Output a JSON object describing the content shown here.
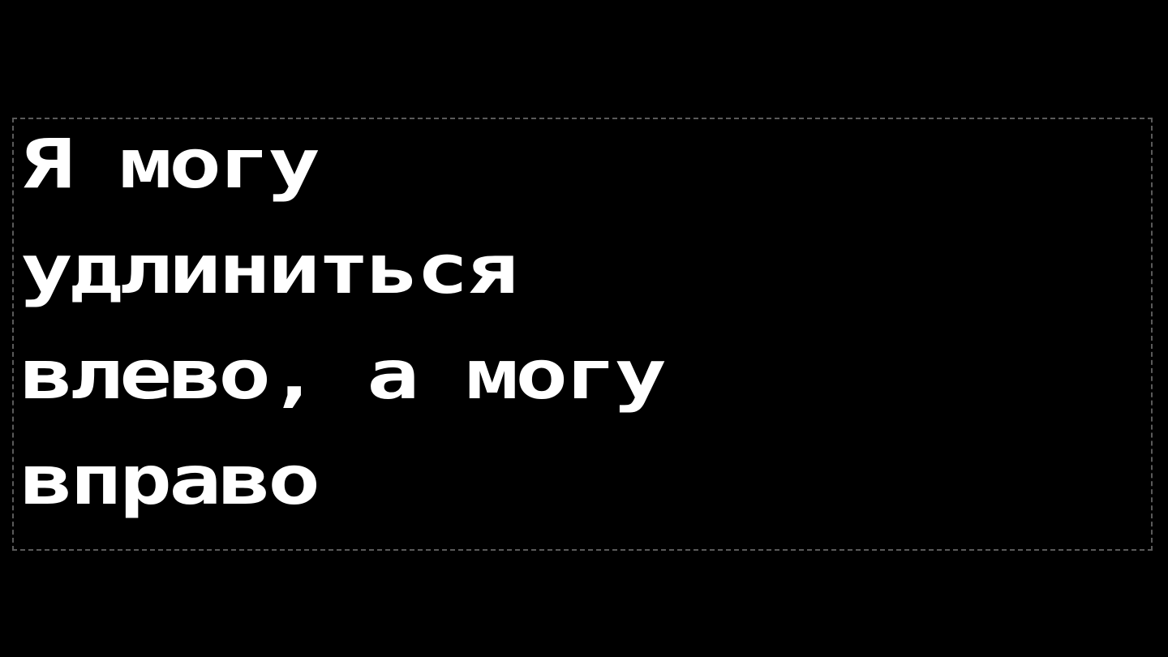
{
  "text": {
    "line1": "Я могу",
    "line2": "удлиниться",
    "line3": "влево, а могу",
    "line4": "вправо"
  },
  "colors": {
    "background": "#000000",
    "glyph": "#ffffff",
    "frame": "#5a5a5a"
  }
}
